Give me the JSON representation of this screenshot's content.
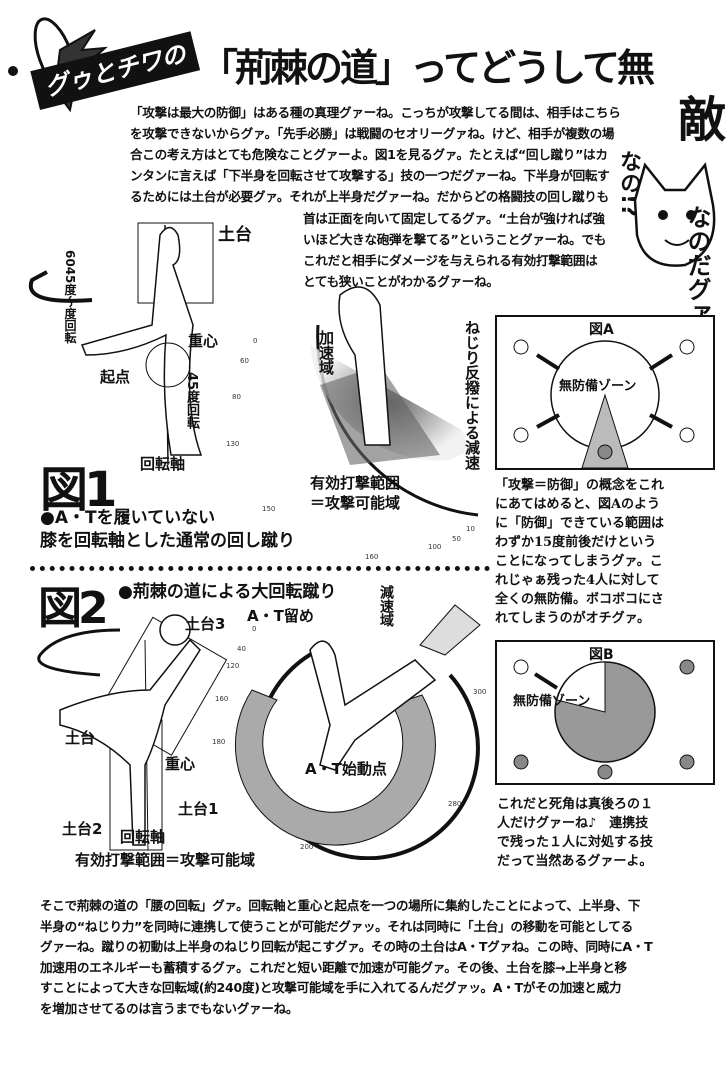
{
  "header": {
    "banner": "グゥとチワの",
    "title": "「荊棘の道」ってどうして無",
    "title_end": "敵",
    "exclaim_1": "なの!?",
    "exclaim_2": "なのだグァッ!!"
  },
  "intro": {
    "lines": [
      "「攻撃は最大の防御」はある種の真理グァーね。こっちが攻撃してる間は、相手はこちら",
      "を攻撃できないからグァ。「先手必勝」は戦闘のセオリーグァね。けど、相手が複数の場",
      "合この考え方はとても危険なことグァーよ。図1を見るグァ。たとえば“回し蹴り”はカ",
      "ンタンに言えば「下半身を回転させて攻撃する」技の一つだグァーね。下半身が回転す",
      "るためには土台が必要グァ。それが上半身だグァーね。だからどの格闘技の回し蹴りも"
    ],
    "lines_2": [
      "首は正面を向いて固定してるグァ。“土台が強ければ強",
      "いほど大きな砲弾を撃てる”ということグァーね。でも",
      "これだと相手にダメージを与えられる有効打撃範囲は",
      "とても狭いことがわかるグァーね。"
    ]
  },
  "figure1": {
    "num": "図1",
    "caption_1": "●A・Tを履いていない",
    "caption_2": "膝を回転軸とした通常の回し蹴り",
    "labels": {
      "base": "土台",
      "rotation_top": "6045度〜度回転",
      "center": "重心",
      "origin": "起点",
      "rotation_45": "45度回転",
      "axis": "回転軸",
      "accel": "加速域",
      "decel": "ねじり反撥による減速",
      "effective_1": "有効打撃範囲",
      "effective_2": "＝攻撃可能域"
    },
    "ticks": [
      "0",
      "60",
      "80",
      "130",
      "150",
      "160",
      "100",
      "50",
      "10"
    ]
  },
  "figureA": {
    "title": "図A",
    "zone": "無防備ゾーン",
    "text": [
      "「攻撃＝防御」の概念をこれ",
      "にあてはめると、図Aのよう",
      "に「防御」できている範囲は",
      "わずか15度前後だけという",
      "ことになってしまうグァ。こ",
      "れじゃぁ残った4人に対して",
      "全くの無防備。ボコボコにさ",
      "れてしまうのがオチグァ。"
    ]
  },
  "figure2": {
    "num": "図2",
    "caption": "●荊棘の道による大回転蹴り",
    "labels": {
      "base3": "土台3",
      "base": "土台",
      "center": "重心",
      "base1": "土台1",
      "base2": "土台2",
      "axis": "回転軸",
      "effective": "有効打撃範囲＝攻撃可能域",
      "at_stop": "A・T留め",
      "at_start": "A・T始動点",
      "decel": "減速域"
    },
    "ticks": [
      "0",
      "40",
      "120",
      "160",
      "180",
      "200",
      "280",
      "300"
    ]
  },
  "figureB": {
    "title": "図B",
    "zone": "無防備ゾーン",
    "text": [
      "これだと死角は真後ろの１",
      "人だけグァーね♪　連携技",
      "で残った１人に対処する技",
      "だって当然あるグァーよ。"
    ]
  },
  "outro": {
    "lines": [
      "そこで荊棘の道の「腰の回転」グァ。回転軸と重心と起点を一つの場所に集約したことによって、上半身、下",
      "半身の“ねじり力”を同時に連携して使うことが可能だグァッ。それは同時に「土台」の移動を可能としてる",
      "グァーね。蹴りの初動は上半身のねじり回転が起こすグァ。その時の土台はA・Tグァね。この時、同時にA・T",
      "加速用のエネルギーも蓄積するグァ。これだと短い距離で加速が可能グァ。その後、土台を膝→上半身と移",
      "すことによって大きな回転域(約240度)と攻撃可能域を手に入れてるんだグァッ。A・Tがその加速と威力",
      "を増加させてるのは言うまでもないグァーね。"
    ]
  }
}
